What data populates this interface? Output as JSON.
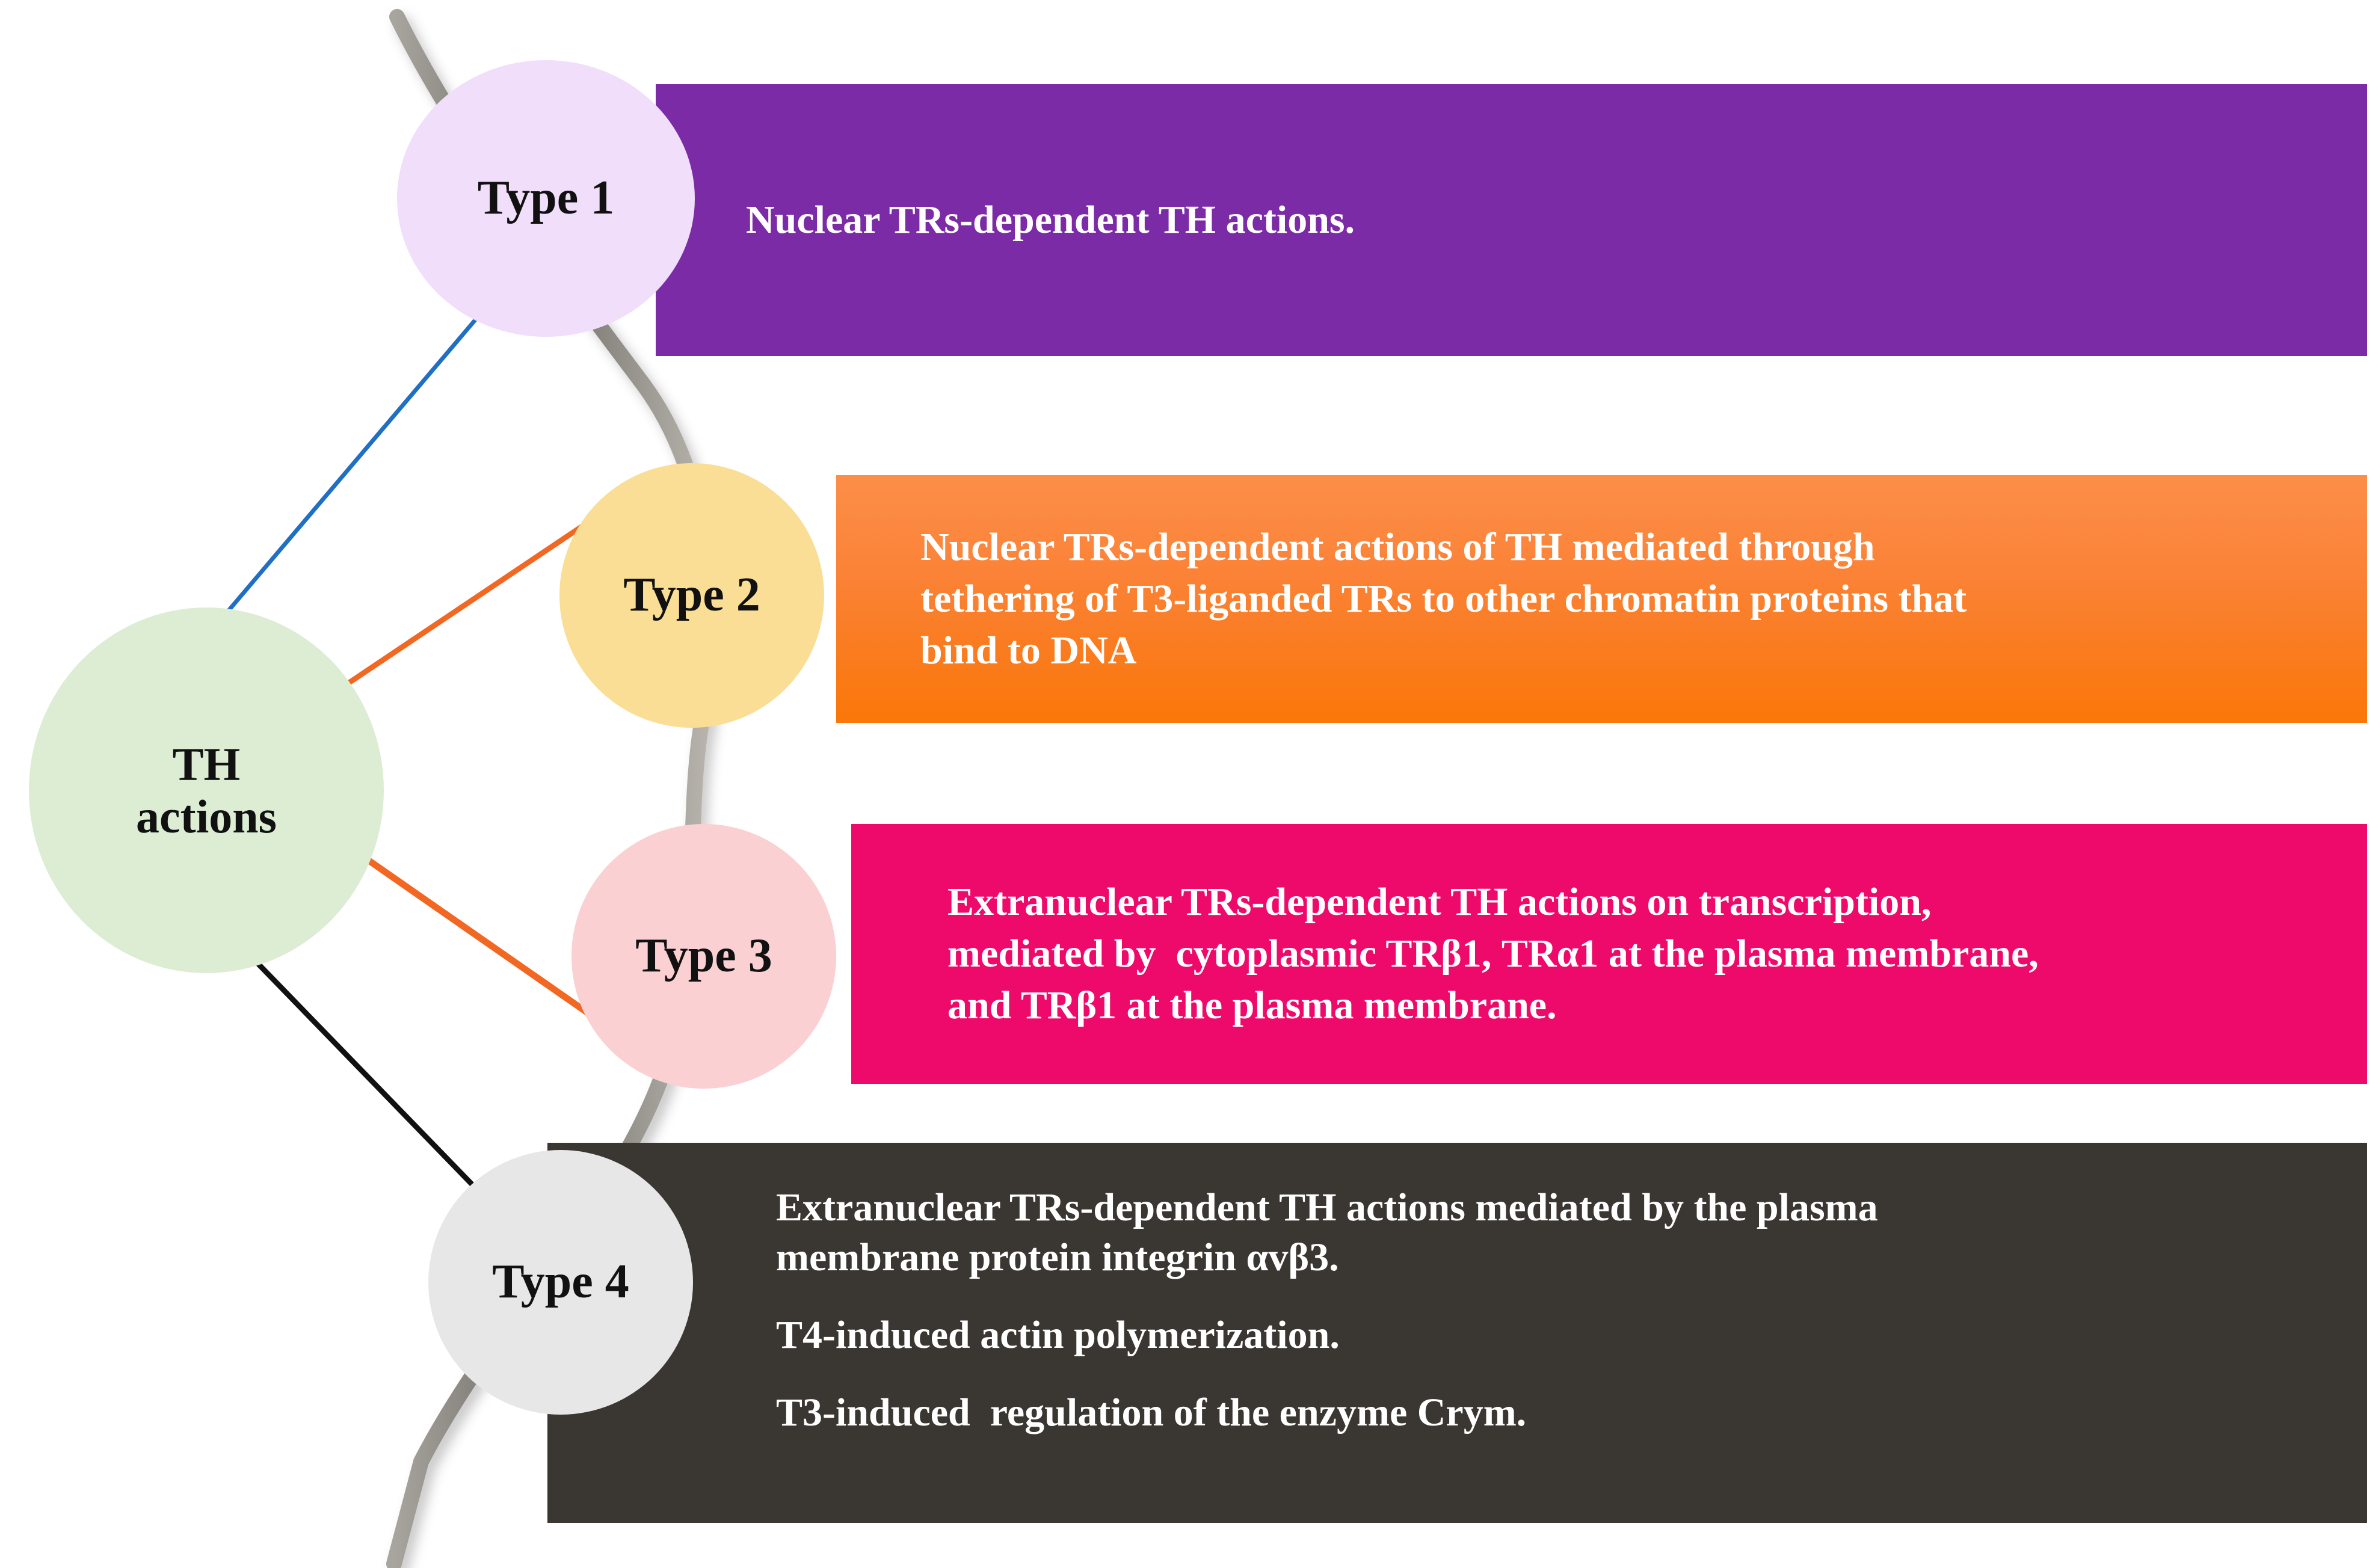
{
  "diagram": {
    "title_node": {
      "line1": "TH",
      "line2": "actions"
    },
    "colors": {
      "root_fill": "#DCEDD4",
      "type1_fill": "#F0DEFA",
      "type1_banner": "#7B2BA6",
      "type2_fill": "#FBDE95",
      "type2_banner": "#FA7C20",
      "type3_fill": "#FAD0D3",
      "type3_banner": "#EE0A6B",
      "type4_fill": "#E7E7E7",
      "type4_banner": "#3A3631",
      "spine": "#8C8C8C",
      "link_type1": "#1F6FC4",
      "link_type2": "#F26722",
      "link_type3": "#F26722",
      "link_type4": "#111111"
    },
    "branches": [
      {
        "id": "type-1",
        "node_label": "Type 1",
        "lines": [
          "Nuclear TRs-dependent TH actions."
        ]
      },
      {
        "id": "type-2",
        "node_label": "Type 2",
        "lines": [
          "Nuclear TRs-dependent actions of TH mediated through",
          "tethering of T3-liganded TRs to other chromatin proteins that",
          "bind to DNA"
        ]
      },
      {
        "id": "type-3",
        "node_label": "Type 3",
        "lines": [
          "Extranuclear TRs-dependent TH actions on transcription,",
          "mediated by  cytoplasmic TRβ1, TRα1 at the plasma membrane,",
          "and TRβ1 at the plasma membrane."
        ]
      },
      {
        "id": "type-4",
        "node_label": "Type 4",
        "paragraphs": [
          [
            "Extranuclear TRs-dependent TH actions mediated by the plasma",
            "membrane protein integrin αvβ3."
          ],
          [
            "T4-induced actin polymerization."
          ],
          [
            "T3-induced  regulation of the enzyme Crym."
          ]
        ]
      }
    ]
  }
}
